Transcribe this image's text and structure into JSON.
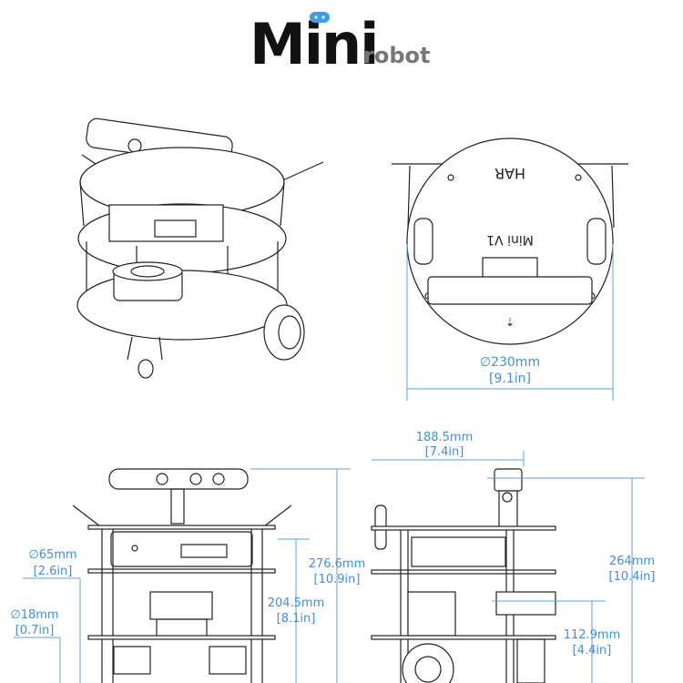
{
  "logo": {
    "main": "Mini",
    "sub": "robot",
    "accent": "#3d9be9"
  },
  "top_view": {
    "plate_text": "Mini V1",
    "mark_text": "HAR",
    "diameter_mm": "∅230mm",
    "diameter_in": "[9.1in]"
  },
  "front_view": {
    "wheel_mm": "∅65mm",
    "wheel_in": "[2.6in]",
    "caster_mm": "∅18mm",
    "caster_in": "[0.7in]",
    "total_height_mm": "276.6mm",
    "total_height_in": "[10.9in]",
    "mid_height_mm": "204.5mm",
    "mid_height_in": "[8.1in]"
  },
  "side_view": {
    "length_mm": "188.5mm",
    "length_in": "[7.4in]",
    "height_mm": "264mm",
    "height_in": "[10.4in]",
    "lidar_height_mm": "112.9mm",
    "lidar_height_in": "[4.4in]"
  },
  "colors": {
    "dimension": "#3f8fde",
    "line": "#222222"
  }
}
